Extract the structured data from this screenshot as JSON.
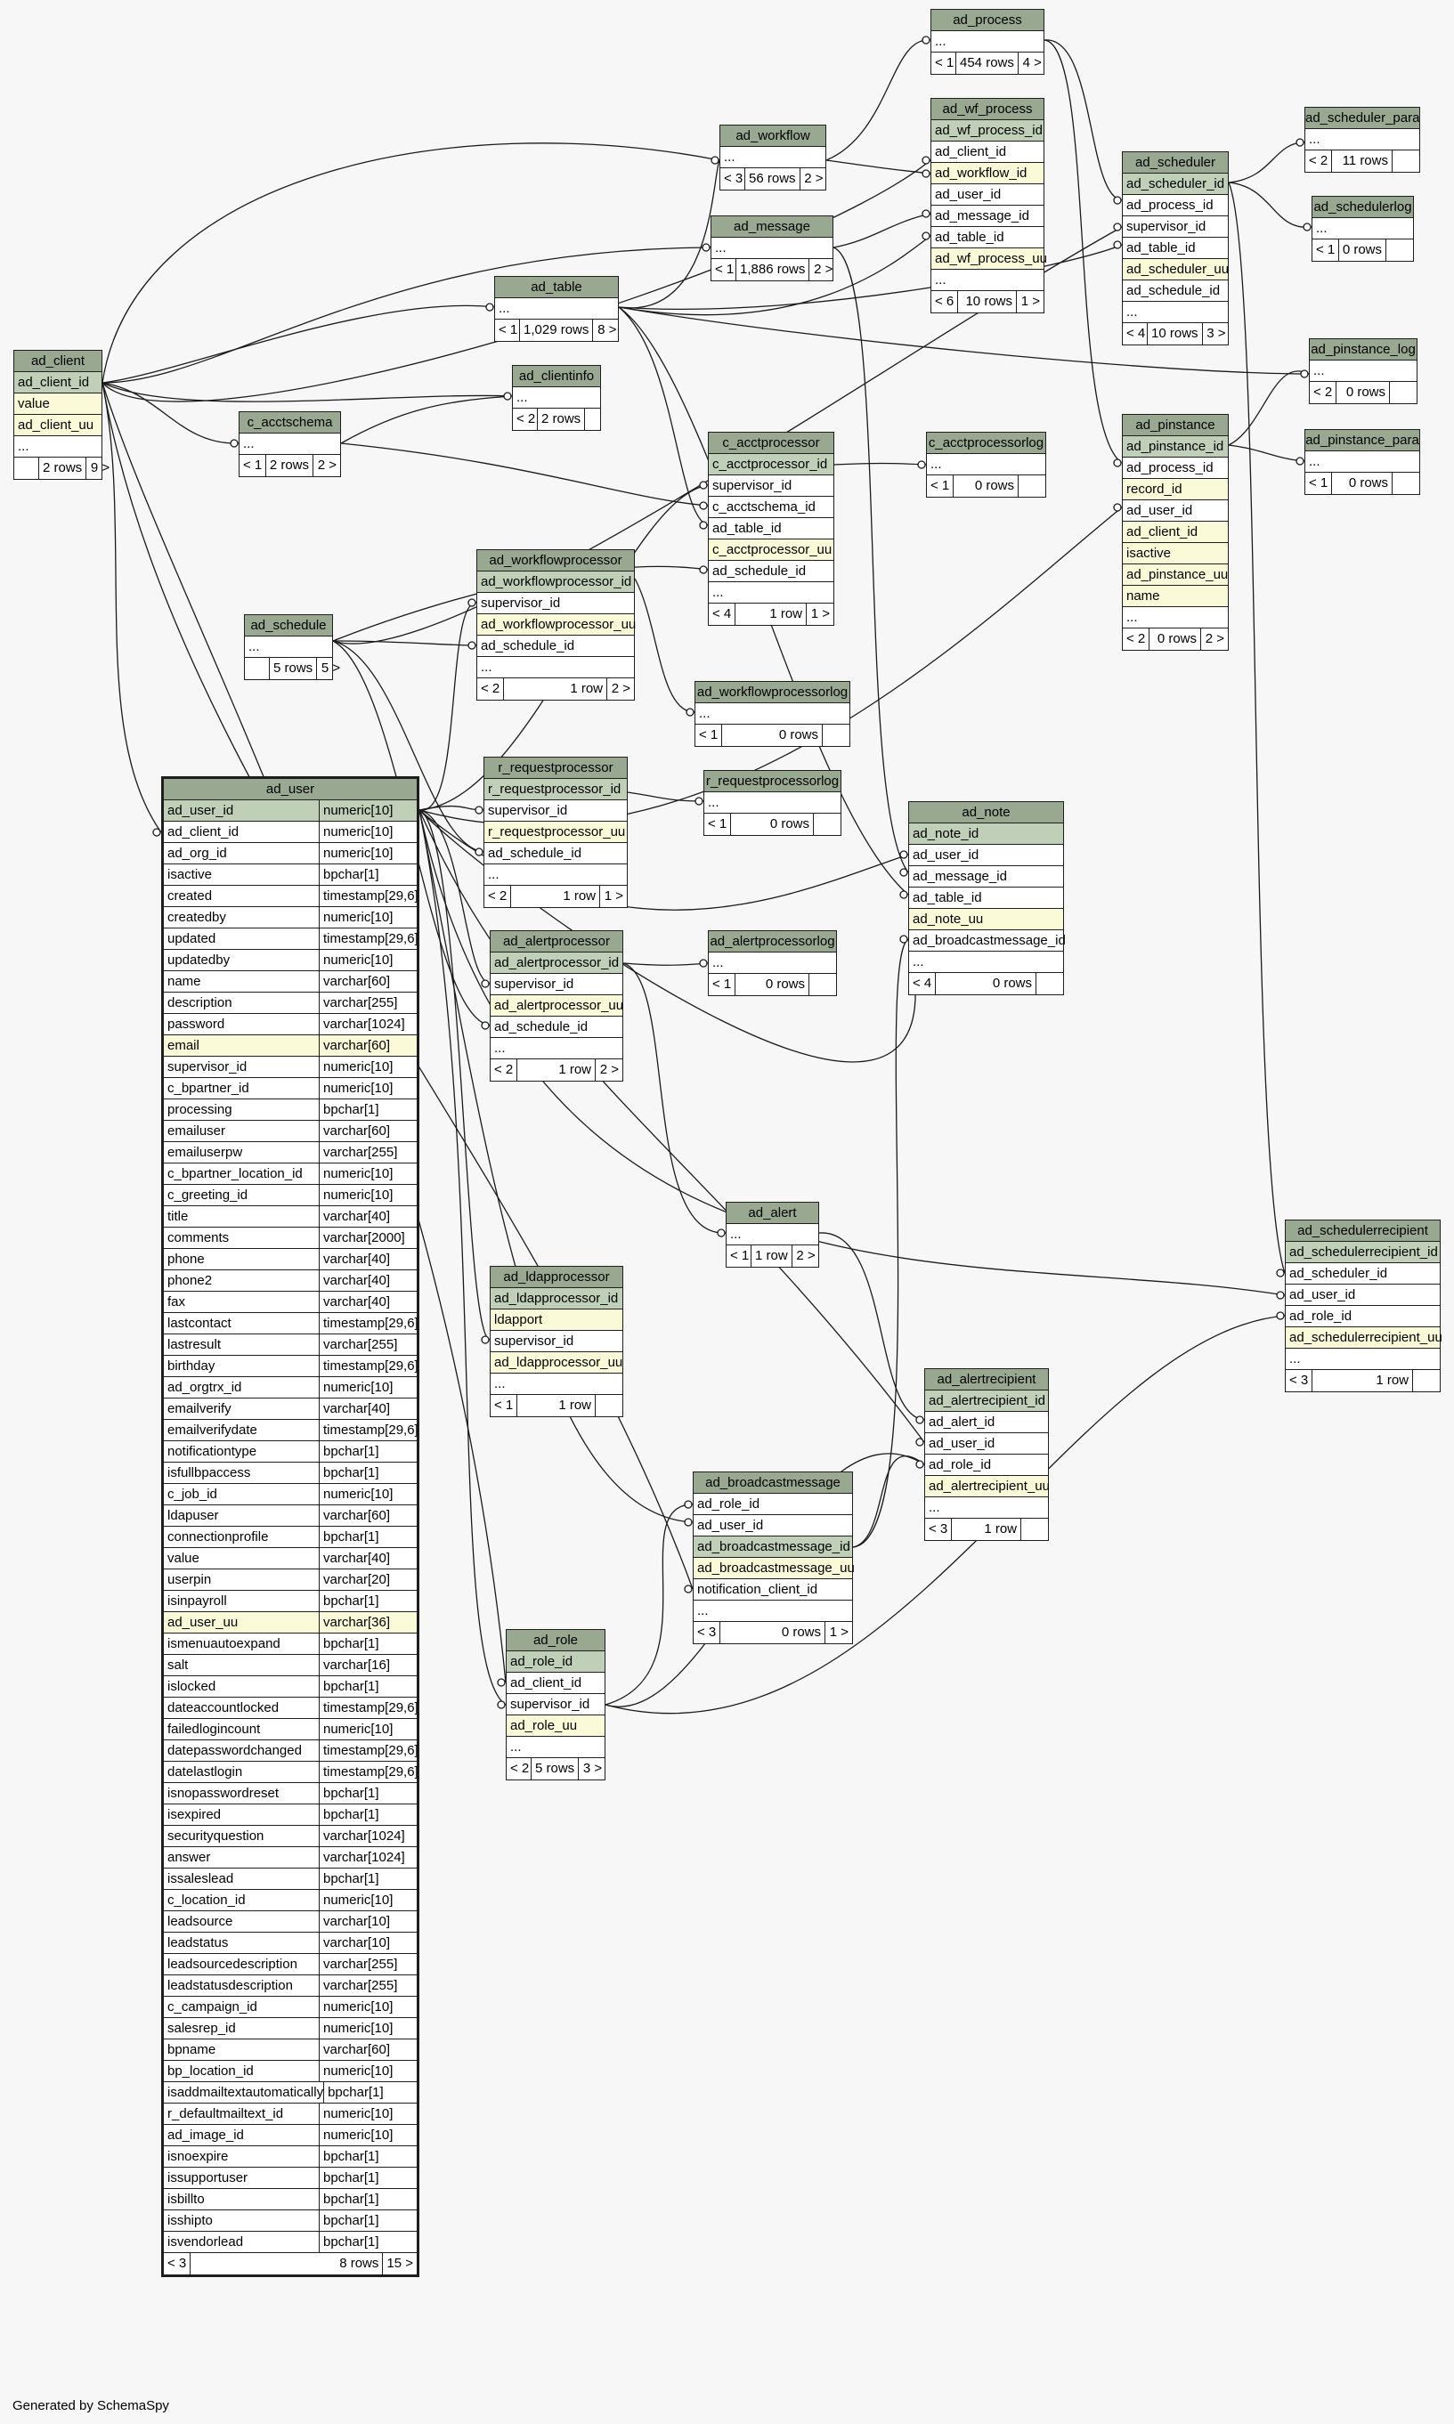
{
  "footer_text": "Generated by SchemaSpy",
  "tables": [
    {
      "id": "ad_process",
      "name": "ad_process",
      "rows": [
        {
          "n": "...",
          "k": ""
        }
      ],
      "foot": [
        "< 1",
        "454 rows",
        "4 >"
      ]
    },
    {
      "id": "ad_wf_process",
      "name": "ad_wf_process",
      "rows": [
        {
          "n": "ad_wf_process_id",
          "k": "pk"
        },
        {
          "n": "ad_client_id",
          "k": ""
        },
        {
          "n": "ad_workflow_id",
          "k": "uq"
        },
        {
          "n": "ad_user_id",
          "k": ""
        },
        {
          "n": "ad_message_id",
          "k": ""
        },
        {
          "n": "ad_table_id",
          "k": ""
        },
        {
          "n": "ad_wf_process_uu",
          "k": "uq"
        },
        {
          "n": "...",
          "k": ""
        }
      ],
      "foot": [
        "< 6",
        "10 rows",
        "1 >"
      ]
    },
    {
      "id": "ad_scheduler_para",
      "name": "ad_scheduler_para",
      "rows": [
        {
          "n": "...",
          "k": ""
        }
      ],
      "foot": [
        "< 2",
        "11 rows",
        ""
      ]
    },
    {
      "id": "ad_workflow",
      "name": "ad_workflow",
      "rows": [
        {
          "n": "...",
          "k": ""
        }
      ],
      "foot": [
        "< 3",
        "56 rows",
        "2 >"
      ]
    },
    {
      "id": "ad_scheduler",
      "name": "ad_scheduler",
      "rows": [
        {
          "n": "ad_scheduler_id",
          "k": "pk"
        },
        {
          "n": "ad_process_id",
          "k": ""
        },
        {
          "n": "supervisor_id",
          "k": ""
        },
        {
          "n": "ad_table_id",
          "k": ""
        },
        {
          "n": "ad_scheduler_uu",
          "k": "uq"
        },
        {
          "n": "ad_schedule_id",
          "k": ""
        },
        {
          "n": "...",
          "k": ""
        }
      ],
      "foot": [
        "< 4",
        "10 rows",
        "3 >"
      ]
    },
    {
      "id": "ad_schedulerlog",
      "name": "ad_schedulerlog",
      "rows": [
        {
          "n": "...",
          "k": ""
        }
      ],
      "foot": [
        "< 1",
        "0 rows",
        ""
      ]
    },
    {
      "id": "ad_message",
      "name": "ad_message",
      "rows": [
        {
          "n": "...",
          "k": ""
        }
      ],
      "foot": [
        "< 1",
        "1,886 rows",
        "2 >"
      ]
    },
    {
      "id": "ad_table",
      "name": "ad_table",
      "rows": [
        {
          "n": "...",
          "k": ""
        }
      ],
      "foot": [
        "< 1",
        "1,029 rows",
        "8 >"
      ]
    },
    {
      "id": "ad_client",
      "name": "ad_client",
      "rows": [
        {
          "n": "ad_client_id",
          "k": "pk"
        },
        {
          "n": "value",
          "k": "uq"
        },
        {
          "n": "ad_client_uu",
          "k": "uq"
        },
        {
          "n": "...",
          "k": ""
        }
      ],
      "foot": [
        "",
        "2 rows",
        "9 >"
      ]
    },
    {
      "id": "ad_clientinfo",
      "name": "ad_clientinfo",
      "rows": [
        {
          "n": "...",
          "k": ""
        }
      ],
      "foot": [
        "< 2",
        "2 rows",
        ""
      ]
    },
    {
      "id": "ad_pinstance_log",
      "name": "ad_pinstance_log",
      "rows": [
        {
          "n": "...",
          "k": ""
        }
      ],
      "foot": [
        "< 2",
        "0 rows",
        ""
      ]
    },
    {
      "id": "c_acctschema",
      "name": "c_acctschema",
      "rows": [
        {
          "n": "...",
          "k": ""
        }
      ],
      "foot": [
        "< 1",
        "2 rows",
        "2 >"
      ]
    },
    {
      "id": "ad_pinstance",
      "name": "ad_pinstance",
      "rows": [
        {
          "n": "ad_pinstance_id",
          "k": "pk"
        },
        {
          "n": "ad_process_id",
          "k": ""
        },
        {
          "n": "record_id",
          "k": "uq"
        },
        {
          "n": "ad_user_id",
          "k": ""
        },
        {
          "n": "ad_client_id",
          "k": "uq"
        },
        {
          "n": "isactive",
          "k": "uq"
        },
        {
          "n": "ad_pinstance_uu",
          "k": "uq"
        },
        {
          "n": "name",
          "k": "uq"
        },
        {
          "n": "...",
          "k": ""
        }
      ],
      "foot": [
        "< 2",
        "0 rows",
        "2 >"
      ]
    },
    {
      "id": "ad_pinstance_para",
      "name": "ad_pinstance_para",
      "rows": [
        {
          "n": "...",
          "k": ""
        }
      ],
      "foot": [
        "< 1",
        "0 rows",
        ""
      ]
    },
    {
      "id": "c_acctprocessor",
      "name": "c_acctprocessor",
      "rows": [
        {
          "n": "c_acctprocessor_id",
          "k": "pk"
        },
        {
          "n": "supervisor_id",
          "k": ""
        },
        {
          "n": "c_acctschema_id",
          "k": ""
        },
        {
          "n": "ad_table_id",
          "k": ""
        },
        {
          "n": "c_acctprocessor_uu",
          "k": "uq"
        },
        {
          "n": "ad_schedule_id",
          "k": ""
        },
        {
          "n": "...",
          "k": ""
        }
      ],
      "foot": [
        "< 4",
        "1 row",
        "1 >"
      ]
    },
    {
      "id": "c_acctprocessorlog",
      "name": "c_acctprocessorlog",
      "rows": [
        {
          "n": "...",
          "k": ""
        }
      ],
      "foot": [
        "< 1",
        "0 rows",
        ""
      ]
    },
    {
      "id": "ad_workflowprocessor",
      "name": "ad_workflowprocessor",
      "rows": [
        {
          "n": "ad_workflowprocessor_id",
          "k": "pk"
        },
        {
          "n": "supervisor_id",
          "k": ""
        },
        {
          "n": "ad_workflowprocessor_uu",
          "k": "uq"
        },
        {
          "n": "ad_schedule_id",
          "k": ""
        },
        {
          "n": "...",
          "k": ""
        }
      ],
      "foot": [
        "< 2",
        "1 row",
        "2 >"
      ]
    },
    {
      "id": "ad_schedule",
      "name": "ad_schedule",
      "rows": [
        {
          "n": "...",
          "k": ""
        }
      ],
      "foot": [
        "",
        "5 rows",
        "5 >"
      ]
    },
    {
      "id": "ad_workflowprocessorlog",
      "name": "ad_workflowprocessorlog",
      "rows": [
        {
          "n": "...",
          "k": ""
        }
      ],
      "foot": [
        "< 1",
        "0 rows",
        ""
      ]
    },
    {
      "id": "r_requestprocessor",
      "name": "r_requestprocessor",
      "rows": [
        {
          "n": "r_requestprocessor_id",
          "k": "pk"
        },
        {
          "n": "supervisor_id",
          "k": ""
        },
        {
          "n": "r_requestprocessor_uu",
          "k": "uq"
        },
        {
          "n": "ad_schedule_id",
          "k": ""
        },
        {
          "n": "...",
          "k": ""
        }
      ],
      "foot": [
        "< 2",
        "1 row",
        "1 >"
      ]
    },
    {
      "id": "r_requestprocessorlog",
      "name": "r_requestprocessorlog",
      "rows": [
        {
          "n": "...",
          "k": ""
        }
      ],
      "foot": [
        "< 1",
        "0 rows",
        ""
      ]
    },
    {
      "id": "ad_note",
      "name": "ad_note",
      "rows": [
        {
          "n": "ad_note_id",
          "k": "pk"
        },
        {
          "n": "ad_user_id",
          "k": ""
        },
        {
          "n": "ad_message_id",
          "k": ""
        },
        {
          "n": "ad_table_id",
          "k": ""
        },
        {
          "n": "ad_note_uu",
          "k": "uq"
        },
        {
          "n": "ad_broadcastmessage_id",
          "k": ""
        },
        {
          "n": "...",
          "k": ""
        }
      ],
      "foot": [
        "< 4",
        "0 rows",
        ""
      ]
    },
    {
      "id": "ad_alertprocessor",
      "name": "ad_alertprocessor",
      "rows": [
        {
          "n": "ad_alertprocessor_id",
          "k": "pk"
        },
        {
          "n": "supervisor_id",
          "k": ""
        },
        {
          "n": "ad_alertprocessor_uu",
          "k": "uq"
        },
        {
          "n": "ad_schedule_id",
          "k": ""
        },
        {
          "n": "...",
          "k": ""
        }
      ],
      "foot": [
        "< 2",
        "1 row",
        "2 >"
      ]
    },
    {
      "id": "ad_alertprocessorlog",
      "name": "ad_alertprocessorlog",
      "rows": [
        {
          "n": "...",
          "k": ""
        }
      ],
      "foot": [
        "< 1",
        "0 rows",
        ""
      ]
    },
    {
      "id": "ad_alert",
      "name": "ad_alert",
      "rows": [
        {
          "n": "...",
          "k": ""
        }
      ],
      "foot": [
        "< 1",
        "1 row",
        "2 >"
      ]
    },
    {
      "id": "ad_schedulerrecipient",
      "name": "ad_schedulerrecipient",
      "rows": [
        {
          "n": "ad_schedulerrecipient_id",
          "k": "pk"
        },
        {
          "n": "ad_scheduler_id",
          "k": ""
        },
        {
          "n": "ad_user_id",
          "k": ""
        },
        {
          "n": "ad_role_id",
          "k": ""
        },
        {
          "n": "ad_schedulerrecipient_uu",
          "k": "uq"
        },
        {
          "n": "...",
          "k": ""
        }
      ],
      "foot": [
        "< 3",
        "1 row",
        ""
      ]
    },
    {
      "id": "ad_ldapprocessor",
      "name": "ad_ldapprocessor",
      "rows": [
        {
          "n": "ad_ldapprocessor_id",
          "k": "pk"
        },
        {
          "n": "ldapport",
          "k": "uq"
        },
        {
          "n": "supervisor_id",
          "k": ""
        },
        {
          "n": "ad_ldapprocessor_uu",
          "k": "uq"
        },
        {
          "n": "...",
          "k": ""
        }
      ],
      "foot": [
        "< 1",
        "1 row",
        ""
      ]
    },
    {
      "id": "ad_alertrecipient",
      "name": "ad_alertrecipient",
      "rows": [
        {
          "n": "ad_alertrecipient_id",
          "k": "pk"
        },
        {
          "n": "ad_alert_id",
          "k": ""
        },
        {
          "n": "ad_user_id",
          "k": ""
        },
        {
          "n": "ad_role_id",
          "k": ""
        },
        {
          "n": "ad_alertrecipient_uu",
          "k": "uq"
        },
        {
          "n": "...",
          "k": ""
        }
      ],
      "foot": [
        "< 3",
        "1 row",
        ""
      ]
    },
    {
      "id": "ad_broadcastmessage",
      "name": "ad_broadcastmessage",
      "rows": [
        {
          "n": "ad_role_id",
          "k": ""
        },
        {
          "n": "ad_user_id",
          "k": ""
        },
        {
          "n": "ad_broadcastmessage_id",
          "k": "pk"
        },
        {
          "n": "ad_broadcastmessage_uu",
          "k": "uq"
        },
        {
          "n": "notification_client_id",
          "k": ""
        },
        {
          "n": "...",
          "k": ""
        }
      ],
      "foot": [
        "< 3",
        "0 rows",
        "1 >"
      ]
    },
    {
      "id": "ad_role",
      "name": "ad_role",
      "rows": [
        {
          "n": "ad_role_id",
          "k": "pk"
        },
        {
          "n": "ad_client_id",
          "k": ""
        },
        {
          "n": "supervisor_id",
          "k": ""
        },
        {
          "n": "ad_role_uu",
          "k": "uq"
        },
        {
          "n": "...",
          "k": ""
        }
      ],
      "foot": [
        "< 2",
        "5 rows",
        "3 >"
      ]
    }
  ],
  "ad_user": {
    "name": "ad_user",
    "columns": [
      [
        "ad_user_id",
        "numeric[10]",
        "pk"
      ],
      [
        "ad_client_id",
        "numeric[10]",
        ""
      ],
      [
        "ad_org_id",
        "numeric[10]",
        ""
      ],
      [
        "isactive",
        "bpchar[1]",
        ""
      ],
      [
        "created",
        "timestamp[29,6]",
        ""
      ],
      [
        "createdby",
        "numeric[10]",
        ""
      ],
      [
        "updated",
        "timestamp[29,6]",
        ""
      ],
      [
        "updatedby",
        "numeric[10]",
        ""
      ],
      [
        "name",
        "varchar[60]",
        ""
      ],
      [
        "description",
        "varchar[255]",
        ""
      ],
      [
        "password",
        "varchar[1024]",
        ""
      ],
      [
        "email",
        "varchar[60]",
        "uq"
      ],
      [
        "supervisor_id",
        "numeric[10]",
        ""
      ],
      [
        "c_bpartner_id",
        "numeric[10]",
        ""
      ],
      [
        "processing",
        "bpchar[1]",
        ""
      ],
      [
        "emailuser",
        "varchar[60]",
        ""
      ],
      [
        "emailuserpw",
        "varchar[255]",
        ""
      ],
      [
        "c_bpartner_location_id",
        "numeric[10]",
        ""
      ],
      [
        "c_greeting_id",
        "numeric[10]",
        ""
      ],
      [
        "title",
        "varchar[40]",
        ""
      ],
      [
        "comments",
        "varchar[2000]",
        ""
      ],
      [
        "phone",
        "varchar[40]",
        ""
      ],
      [
        "phone2",
        "varchar[40]",
        ""
      ],
      [
        "fax",
        "varchar[40]",
        ""
      ],
      [
        "lastcontact",
        "timestamp[29,6]",
        ""
      ],
      [
        "lastresult",
        "varchar[255]",
        ""
      ],
      [
        "birthday",
        "timestamp[29,6]",
        ""
      ],
      [
        "ad_orgtrx_id",
        "numeric[10]",
        ""
      ],
      [
        "emailverify",
        "varchar[40]",
        ""
      ],
      [
        "emailverifydate",
        "timestamp[29,6]",
        ""
      ],
      [
        "notificationtype",
        "bpchar[1]",
        ""
      ],
      [
        "isfullbpaccess",
        "bpchar[1]",
        ""
      ],
      [
        "c_job_id",
        "numeric[10]",
        ""
      ],
      [
        "ldapuser",
        "varchar[60]",
        ""
      ],
      [
        "connectionprofile",
        "bpchar[1]",
        ""
      ],
      [
        "value",
        "varchar[40]",
        ""
      ],
      [
        "userpin",
        "varchar[20]",
        ""
      ],
      [
        "isinpayroll",
        "bpchar[1]",
        ""
      ],
      [
        "ad_user_uu",
        "varchar[36]",
        "uq"
      ],
      [
        "ismenuautoexpand",
        "bpchar[1]",
        ""
      ],
      [
        "salt",
        "varchar[16]",
        ""
      ],
      [
        "islocked",
        "bpchar[1]",
        ""
      ],
      [
        "dateaccountlocked",
        "timestamp[29,6]",
        ""
      ],
      [
        "failedlogincount",
        "numeric[10]",
        ""
      ],
      [
        "datepasswordchanged",
        "timestamp[29,6]",
        ""
      ],
      [
        "datelastlogin",
        "timestamp[29,6]",
        ""
      ],
      [
        "isnopasswordreset",
        "bpchar[1]",
        ""
      ],
      [
        "isexpired",
        "bpchar[1]",
        ""
      ],
      [
        "securityquestion",
        "varchar[1024]",
        ""
      ],
      [
        "answer",
        "varchar[1024]",
        ""
      ],
      [
        "issaleslead",
        "bpchar[1]",
        ""
      ],
      [
        "c_location_id",
        "numeric[10]",
        ""
      ],
      [
        "leadsource",
        "varchar[10]",
        ""
      ],
      [
        "leadstatus",
        "varchar[10]",
        ""
      ],
      [
        "leadsourcedescription",
        "varchar[255]",
        ""
      ],
      [
        "leadstatusdescription",
        "varchar[255]",
        ""
      ],
      [
        "c_campaign_id",
        "numeric[10]",
        ""
      ],
      [
        "salesrep_id",
        "numeric[10]",
        ""
      ],
      [
        "bpname",
        "varchar[60]",
        ""
      ],
      [
        "bp_location_id",
        "numeric[10]",
        ""
      ],
      [
        "isaddmailtextautomatically",
        "bpchar[1]",
        ""
      ],
      [
        "r_defaultmailtext_id",
        "numeric[10]",
        ""
      ],
      [
        "ad_image_id",
        "numeric[10]",
        ""
      ],
      [
        "isnoexpire",
        "bpchar[1]",
        ""
      ],
      [
        "issupportuser",
        "bpchar[1]",
        ""
      ],
      [
        "isbillto",
        "bpchar[1]",
        ""
      ],
      [
        "isshipto",
        "bpchar[1]",
        ""
      ],
      [
        "isvendorlead",
        "bpchar[1]",
        ""
      ]
    ],
    "foot": [
      "< 3",
      "8 rows",
      "15 >"
    ]
  }
}
